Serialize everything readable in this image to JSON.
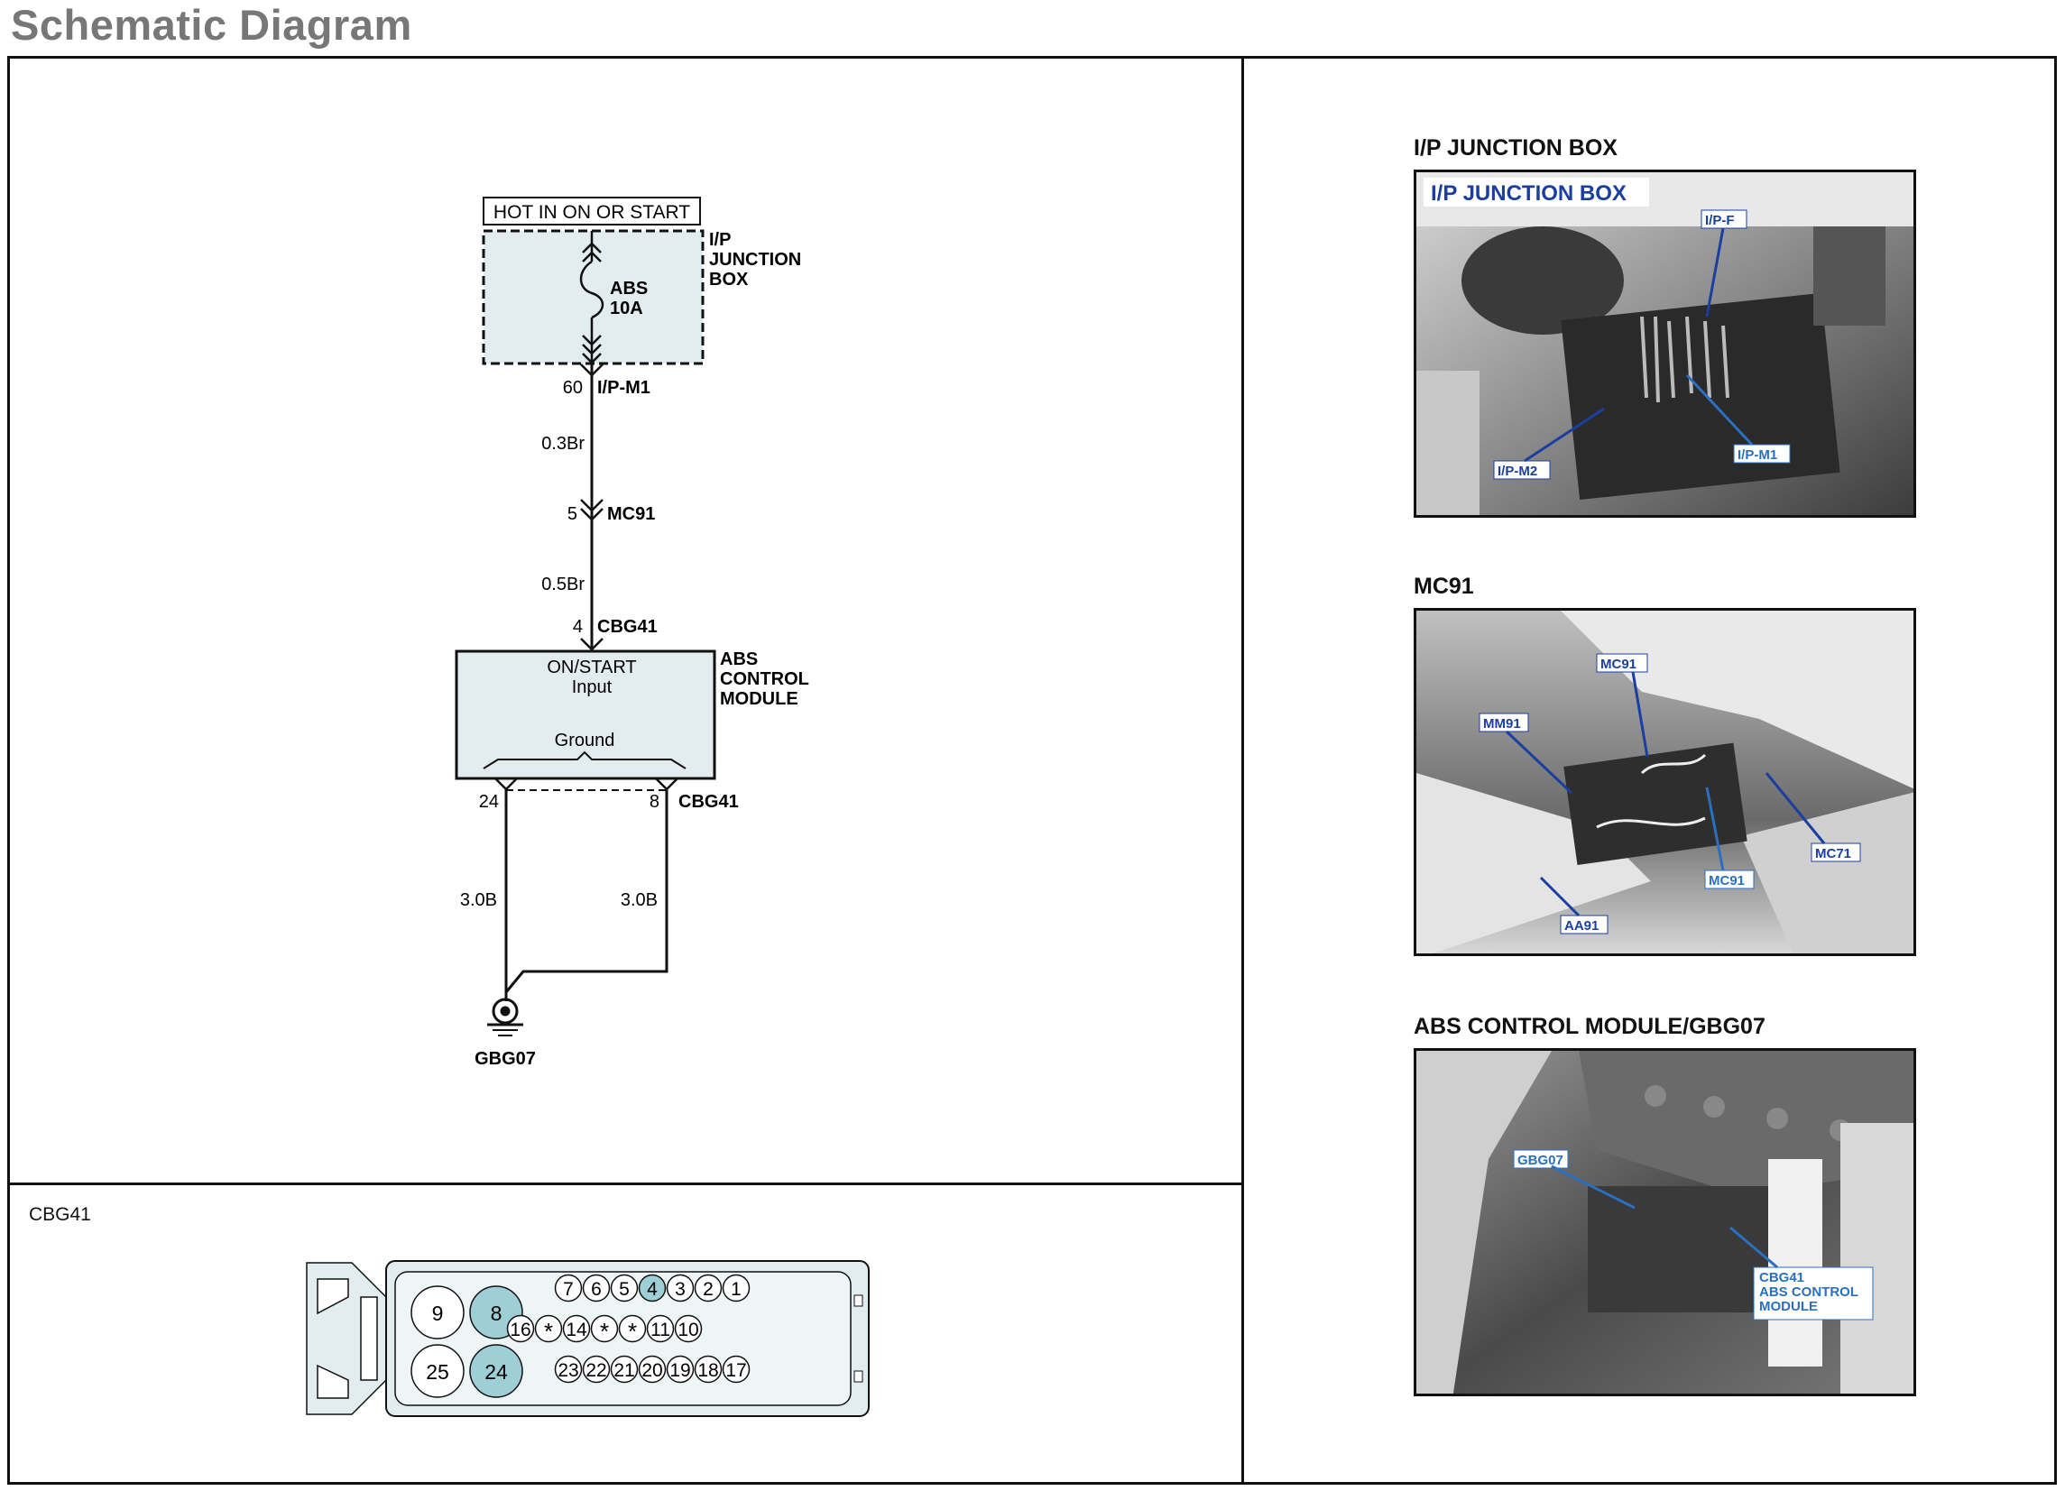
{
  "page_title": "Schematic Diagram",
  "schematic": {
    "power_box_label": "HOT IN ON OR START",
    "junction_box_label": [
      "I/P",
      "JUNCTION",
      "BOX"
    ],
    "fuse_label": [
      "ABS",
      "10A"
    ],
    "conn1_pin": "60",
    "conn1_name": "I/P-M1",
    "wire1": "0.3Br",
    "conn2_pin": "5",
    "conn2_name": "MC91",
    "wire2": "0.5Br",
    "conn3_pin": "4",
    "conn3_name": "CBG41",
    "module_input_label": [
      "ON/START",
      "Input"
    ],
    "module_name": [
      "ABS",
      "CONTROL",
      "MODULE"
    ],
    "ground_label": "Ground",
    "ground_pin_left": "24",
    "ground_pin_right": "8",
    "ground_conn_name": "CBG41",
    "wire3_left": "3.0B",
    "wire3_right": "3.0B",
    "ground_point": "GBG07"
  },
  "connector": {
    "title": "CBG41",
    "large_pins": [
      "9",
      "8",
      "25",
      "24"
    ],
    "row1": [
      "7",
      "6",
      "5",
      "4",
      "3",
      "2",
      "1"
    ],
    "row2": [
      "16",
      "*",
      "14",
      "*",
      "*",
      "11",
      "10"
    ],
    "row3": [
      "23",
      "22",
      "21",
      "20",
      "19",
      "18",
      "17"
    ],
    "highlighted_pins": [
      "8",
      "24",
      "4"
    ],
    "highlight_color": "#9fcfd6"
  },
  "photos": [
    {
      "label": "I/P JUNCTION BOX",
      "inner_title": "I/P JUNCTION BOX",
      "callouts": [
        "I/P-F",
        "I/P-M2",
        "I/P-M1"
      ]
    },
    {
      "label": "MC91",
      "callouts": [
        "MC91",
        "MM91",
        "MC91",
        "MC71",
        "AA91"
      ]
    },
    {
      "label": "ABS CONTROL MODULE/GBG07",
      "callouts": [
        "GBG07",
        "CBG41",
        "ABS CONTROL",
        "MODULE"
      ]
    }
  ],
  "colors": {
    "box_fill": "#e3ecef",
    "callout_blue": "#1a3fa0",
    "callout_lightblue": "#2a6fc0"
  }
}
